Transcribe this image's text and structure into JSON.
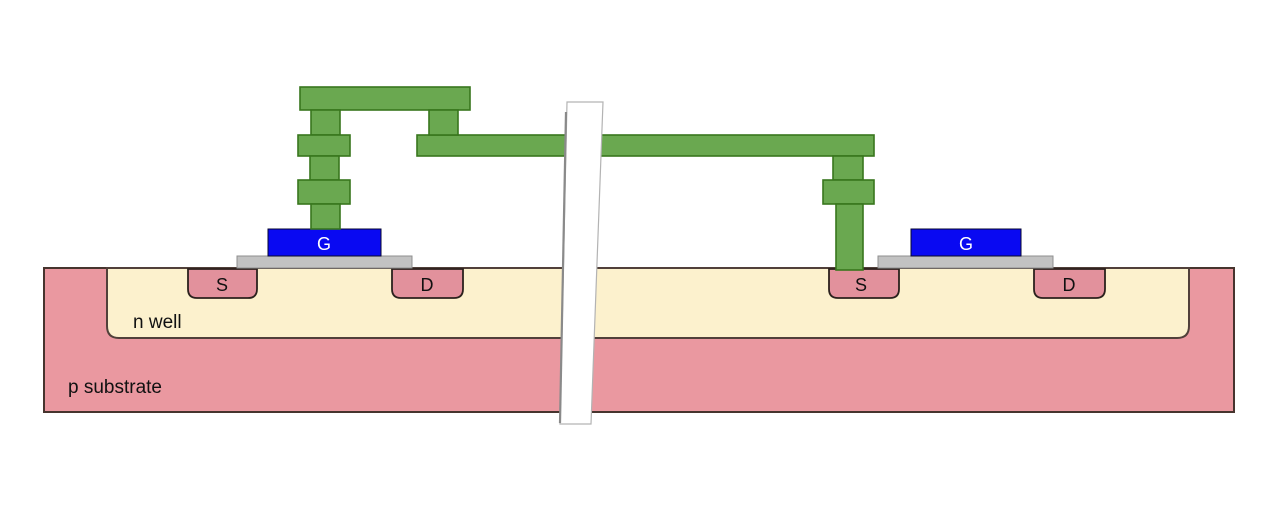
{
  "diagram": {
    "regions": {
      "p_substrate_label": "p substrate",
      "n_well_label": "n well"
    },
    "left_device": {
      "gate_label": "G",
      "source_label": "S",
      "drain_label": "D"
    },
    "right_device": {
      "gate_label": "G",
      "source_label": "S",
      "drain_label": "D"
    },
    "colors": {
      "substrate_pink": "#EA98A0",
      "diffusion_pink": "#E2919C",
      "n_well_cream": "#FCF1CD",
      "metal_green": "#6AA850",
      "metal_green_stroke": "#38761D",
      "gate_blue": "#0909F2",
      "oxide_gray": "#C2C2C2",
      "break_white": "#FFFFFF",
      "surface_stroke": "#4D3A33",
      "label_dark": "#111111",
      "gate_label_light": "#FFFFFF"
    }
  }
}
